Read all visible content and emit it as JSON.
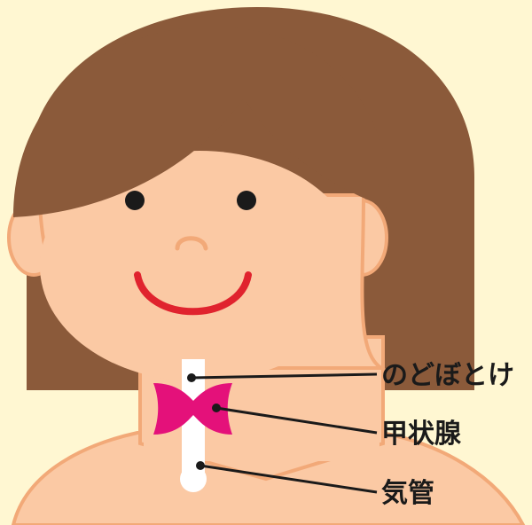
{
  "labels": {
    "adams_apple": "のどぼとけ",
    "thyroid": "甲状腺",
    "trachea": "気管"
  },
  "colors": {
    "background": "#fff7d2",
    "hair": "#8b5a3a",
    "skin": "#fbc9a4",
    "skin_outline": "#f2a978",
    "mouth": "#e0232e",
    "thyroid": "#e4117a",
    "trachea": "#ffffff",
    "marker": "#1a1a1a"
  },
  "icons": {
    "eyes": "eye-icon",
    "nose": "nose-icon",
    "mouth": "smile-icon"
  }
}
